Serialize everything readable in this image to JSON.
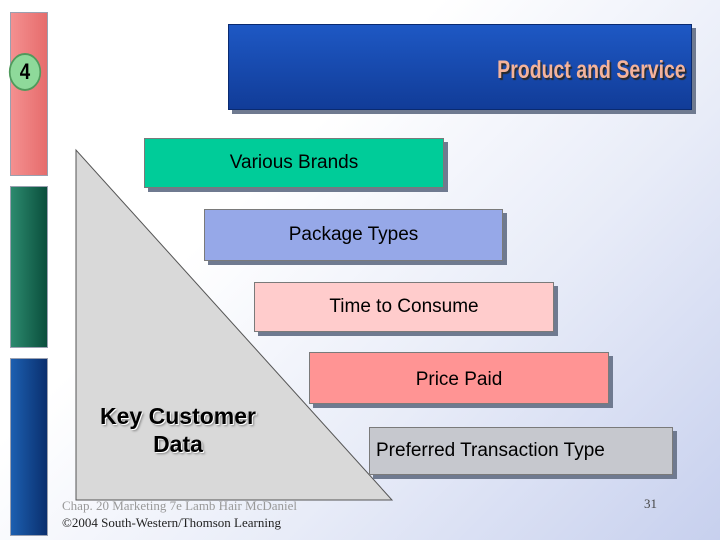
{
  "slide_number": "4",
  "title": "Product and Service",
  "steps": [
    "Various Brands",
    "Package Types",
    "Time to Consume",
    "Price Paid",
    "Preferred Transaction Type"
  ],
  "triangle_label_line1": "Key Customer",
  "triangle_label_line2": "Data",
  "footer": {
    "line1": "Chap. 20 Marketing 7e Lamb Hair McDaniel",
    "line2": "©2004 South-Western/Thomson Learning"
  },
  "page_number": "31",
  "colors": {
    "title_bar": "#1e58c4",
    "title_text": "#f4b39b",
    "step1": "#00cc99",
    "step2": "#96a8e8",
    "step3": "#ffcccc",
    "step4": "#ff9494",
    "step5": "#c6c8ce"
  }
}
